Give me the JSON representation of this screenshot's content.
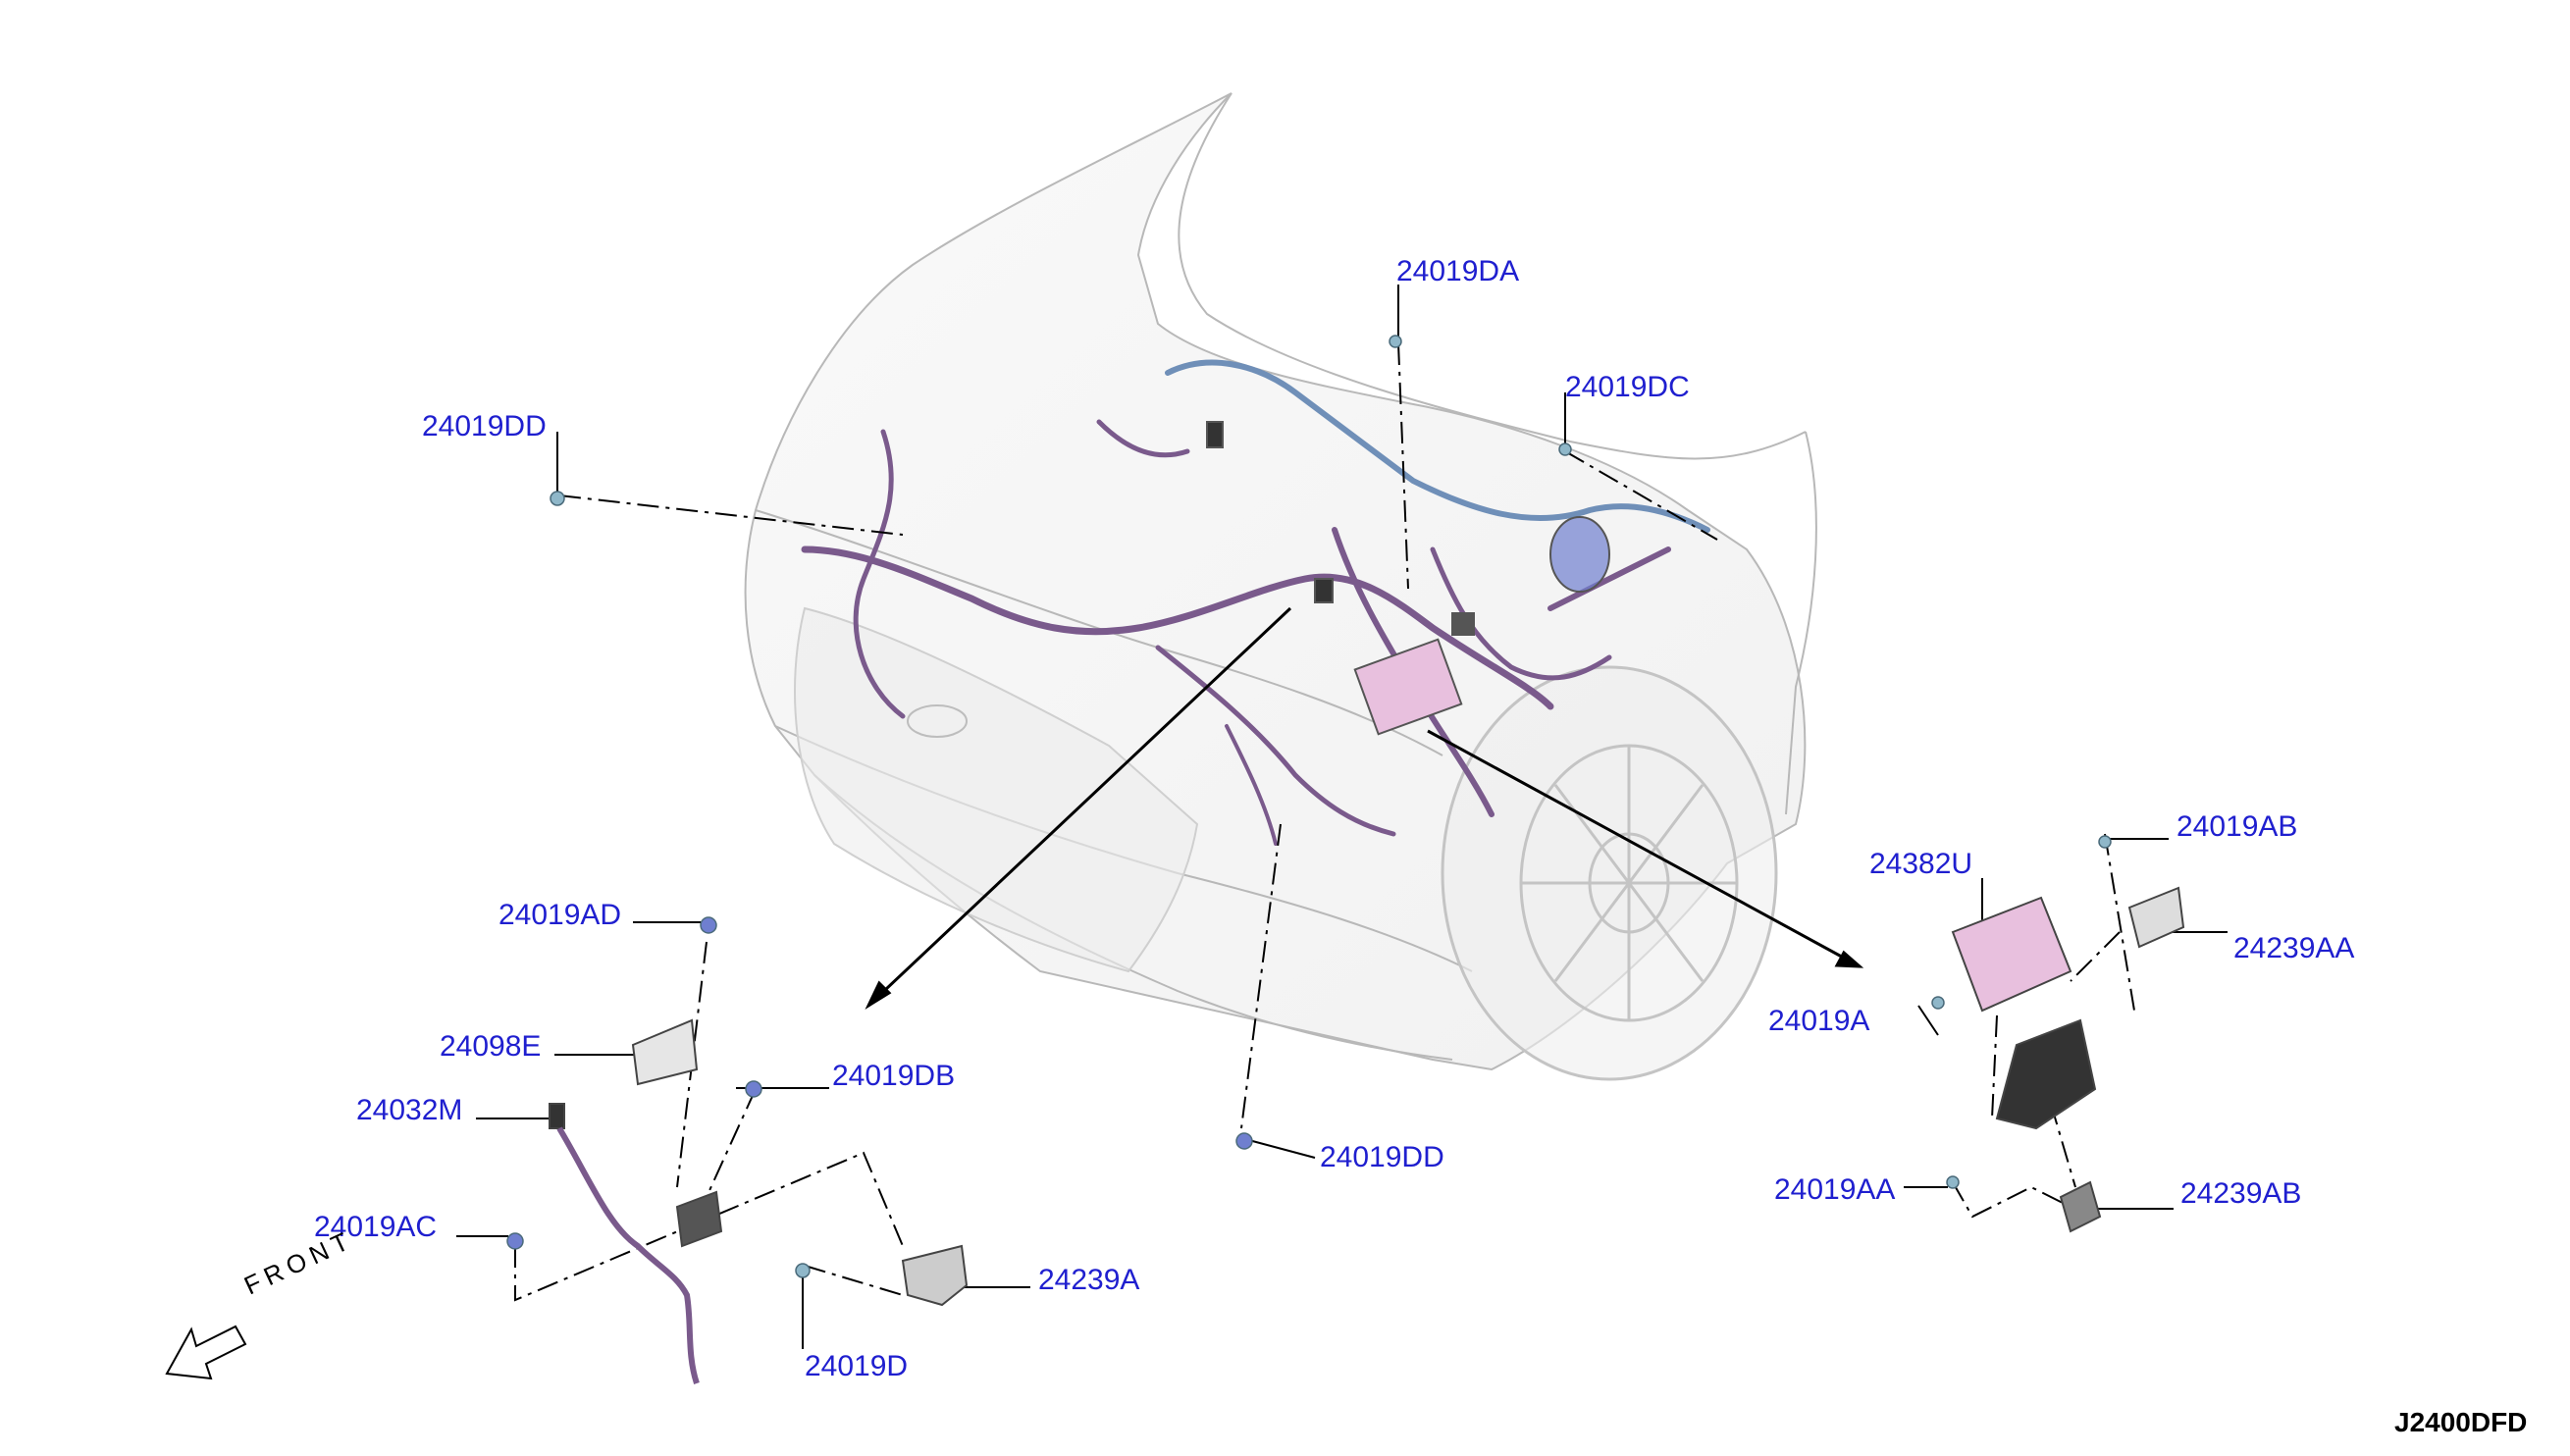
{
  "drawing_code": "J2400DFD",
  "front_label": "FRONT",
  "labels": {
    "l_24019da": "24019DA",
    "l_24019dc": "24019DC",
    "l_24019dd_top": "24019DD",
    "l_24019ad": "24019AD",
    "l_24098e": "24098E",
    "l_24019db": "24019DB",
    "l_24032m": "24032M",
    "l_24019ac": "24019AC",
    "l_24239a": "24239A",
    "l_24019d": "24019D",
    "l_24019dd_bottom": "24019DD",
    "l_24382u": "24382U",
    "l_24019ab": "24019AB",
    "l_24239aa": "24239AA",
    "l_24019a": "24019A",
    "l_24019aa": "24019AA",
    "l_24239ab": "24239AB"
  },
  "colors": {
    "label": "#1f1fcf",
    "harness": "#7a5a8c",
    "harness_blue": "#6f8fb8",
    "body_line": "#b8b8b8",
    "module_pink": "#e8c0de",
    "bolt": "#8fb7c9"
  }
}
